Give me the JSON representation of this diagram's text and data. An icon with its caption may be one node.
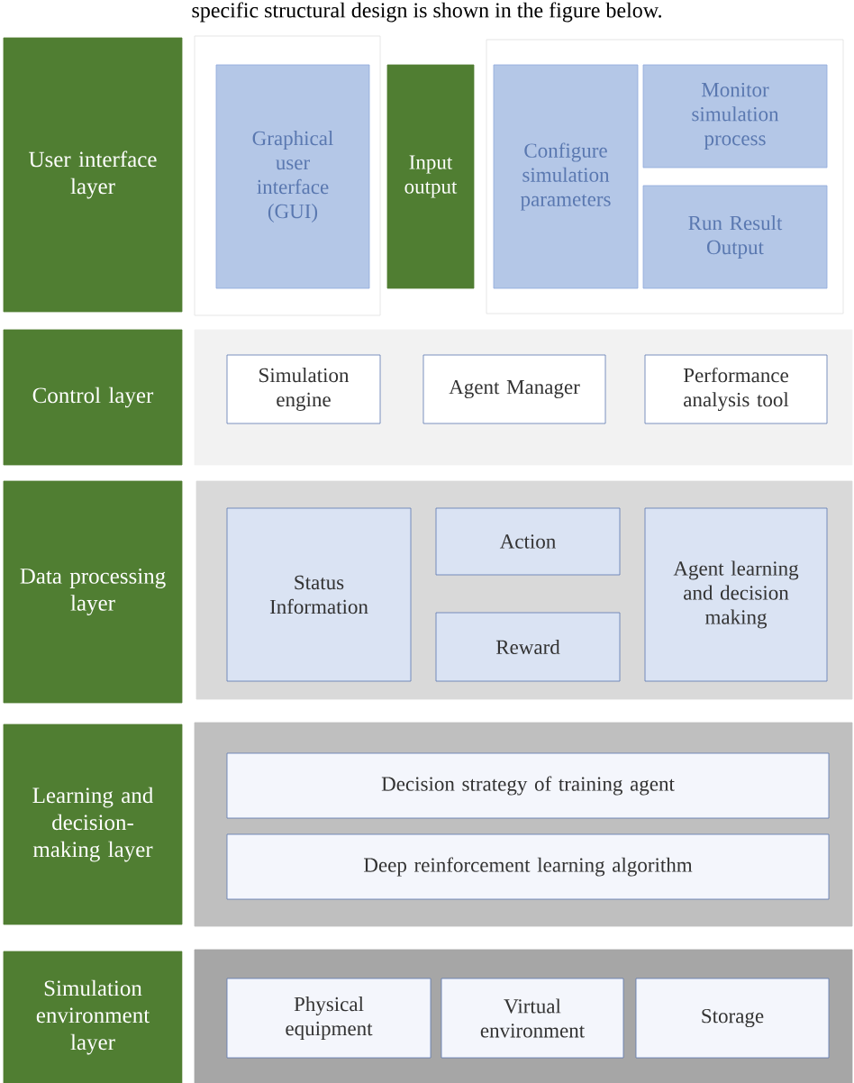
{
  "diagram": {
    "nodes": [
      {
        "text": [
          "User interface layer"
        ]
      },
      {
        "text": [],
        "shape": "box"
      },
      {
        "text": [
          "Graphical user interface (GUI)"
        ],
        "in": 1
      },
      {
        "text": [
          "Input output"
        ]
      },
      {
        "text": [],
        "shape": "box"
      },
      {
        "text": [
          "Configure simulation parameters"
        ],
        "in": 4
      },
      {
        "text": [
          "Monitor simulation process"
        ],
        "in": 4
      },
      {
        "text": [
          "Run Result Output"
        ],
        "in": 4
      },
      {
        "text": [
          "Control layer"
        ]
      },
      {
        "text": [],
        "shape": "box"
      },
      {
        "text": [
          "Simulation engine"
        ],
        "in": 9
      },
      {
        "text": [
          "Agent Manager"
        ],
        "in": 9
      },
      {
        "text": [
          "Performance analysis tool"
        ],
        "in": 9
      },
      {
        "text": [
          "Data processing layer"
        ]
      },
      {
        "text": [],
        "shape": "box"
      },
      {
        "text": [
          "Status Information"
        ],
        "in": 14
      },
      {
        "text": [
          "Action"
        ],
        "in": 14
      },
      {
        "text": [
          "Reward"
        ],
        "in": 14
      },
      {
        "text": [
          "Agent learning and decision making"
        ],
        "in": 14
      },
      {
        "text": [
          "Learning and decision-making layer"
        ]
      },
      {
        "text": [],
        "shape": "box"
      },
      {
        "text": [
          "Decision strategy of training agent"
        ],
        "in": 20
      },
      {
        "text": [
          "Deep reinforcement learning algorithm"
        ],
        "in": 20
      },
      {
        "text": [
          "Simulation environment layer"
        ]
      },
      {
        "text": [],
        "shape": "box"
      },
      {
        "text": [
          "Physical equipment"
        ],
        "in": 24
      },
      {
        "text": [
          "Virtual environment"
        ],
        "in": 24
      },
      {
        "text": [
          "Storage"
        ],
        "in": 24
      }
    ],
    "labels": [
      "specific structural design is shown in the figure below."
    ]
  }
}
